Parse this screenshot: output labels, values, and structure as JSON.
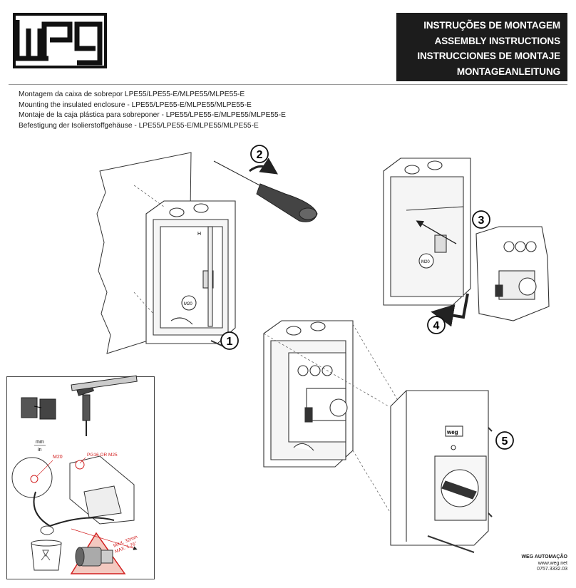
{
  "brand": {
    "logo_text": "weg"
  },
  "header": {
    "titles": [
      "INSTRUÇÕES DE MONTAGEM",
      "ASSEMBLY INSTRUCTIONS",
      "INSTRUCCIONES DE MONTAJE",
      "MONTAGEANLEITUNG"
    ]
  },
  "subtitle": {
    "lines": [
      "Montagem da caixa de sobrepor  LPE55/LPE55-E/MLPE55/MLPE55-E",
      "Mounting the insulated enclosure - LPE55/LPE55-E/MLPE55/MLPE55-E",
      "Montaje de la caja plástica para sobreponer - LPE55/LPE55-E/MLPE55/MLPE55-E",
      "Befestigung der Isolierstoffgehäuse - LPE55/LPE55-E/MLPE55/MLPE55-E"
    ]
  },
  "steps": [
    "1",
    "2",
    "3",
    "4",
    "5"
  ],
  "labels": {
    "m20": "M20",
    "m20_alt": "M20",
    "h": "H",
    "units_mm": "mm",
    "units_in": "in",
    "pg_label": "PG16 OR M25",
    "max_mm": "MAX. 32mm",
    "max_in": "MAX. 1.26\""
  },
  "footer": {
    "company": "WEG AUTOMAÇÃO",
    "website": "www.weg.net",
    "doc_number": "0757.3332.03"
  },
  "colors": {
    "accent_red": "#d22020",
    "ink": "#1a1a1a",
    "title_bg": "#1c1c1c"
  }
}
